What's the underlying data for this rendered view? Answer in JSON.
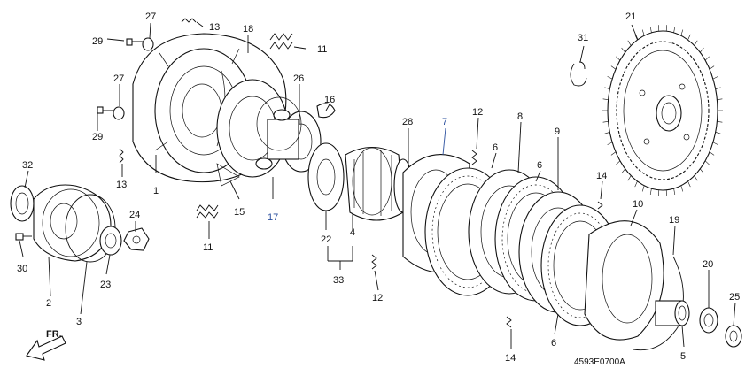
{
  "diagram_code": "4593E0700A",
  "direction_label": "FR.",
  "callouts": {
    "c1": "1",
    "c2": "2",
    "c3": "3",
    "c4": "4",
    "c5": "5",
    "c6a": "6",
    "c6b": "6",
    "c6c": "6",
    "c7": "7",
    "c8": "8",
    "c9": "9",
    "c10": "10",
    "c11a": "11",
    "c11b": "11",
    "c12a": "12",
    "c12b": "12",
    "c13a": "13",
    "c13b": "13",
    "c14a": "14",
    "c14b": "14",
    "c15": "15",
    "c16": "16",
    "c17": "17",
    "c18": "18",
    "c19": "19",
    "c20": "20",
    "c21": "21",
    "c22": "22",
    "c23": "23",
    "c24": "24",
    "c25": "25",
    "c26": "26",
    "c27a": "27",
    "c27b": "27",
    "c28": "28",
    "c29a": "29",
    "c29b": "29",
    "c30": "30",
    "c31": "31",
    "c32": "32",
    "c33": "33"
  },
  "colors": {
    "blue_callout": "#2a4f9e",
    "line": "#111111"
  }
}
